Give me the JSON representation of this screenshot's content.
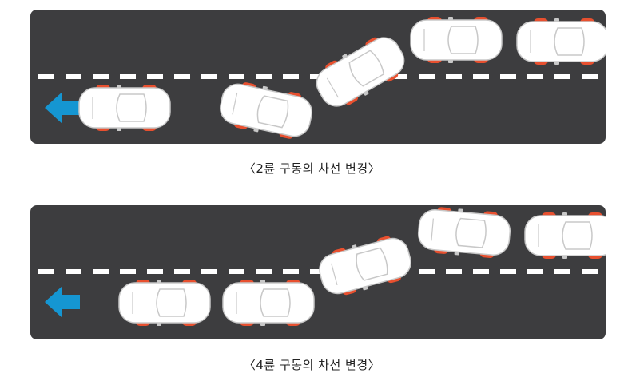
{
  "colors": {
    "road": "#3d3d3f",
    "lane_marking": "#ffffff",
    "car_body": "#ffffff",
    "car_outline": "#c8c8c8",
    "wheel": "#e8502f",
    "arrow": "#1596d2"
  },
  "icons": {
    "direction": "arrow-left-icon",
    "vehicle": "car-top-view-icon"
  },
  "diagrams": [
    {
      "caption": "〈2륜 구동의 차선 변경〉",
      "cars": [
        {
          "angle": 0
        },
        {
          "angle": 12
        },
        {
          "angle": -30
        },
        {
          "angle": 0
        },
        {
          "angle": 0
        }
      ]
    },
    {
      "caption": "〈4륜 구동의 차선 변경〉",
      "cars": [
        {
          "angle": 0
        },
        {
          "angle": 0
        },
        {
          "angle": -15
        },
        {
          "angle": 5
        },
        {
          "angle": 0
        }
      ]
    }
  ]
}
